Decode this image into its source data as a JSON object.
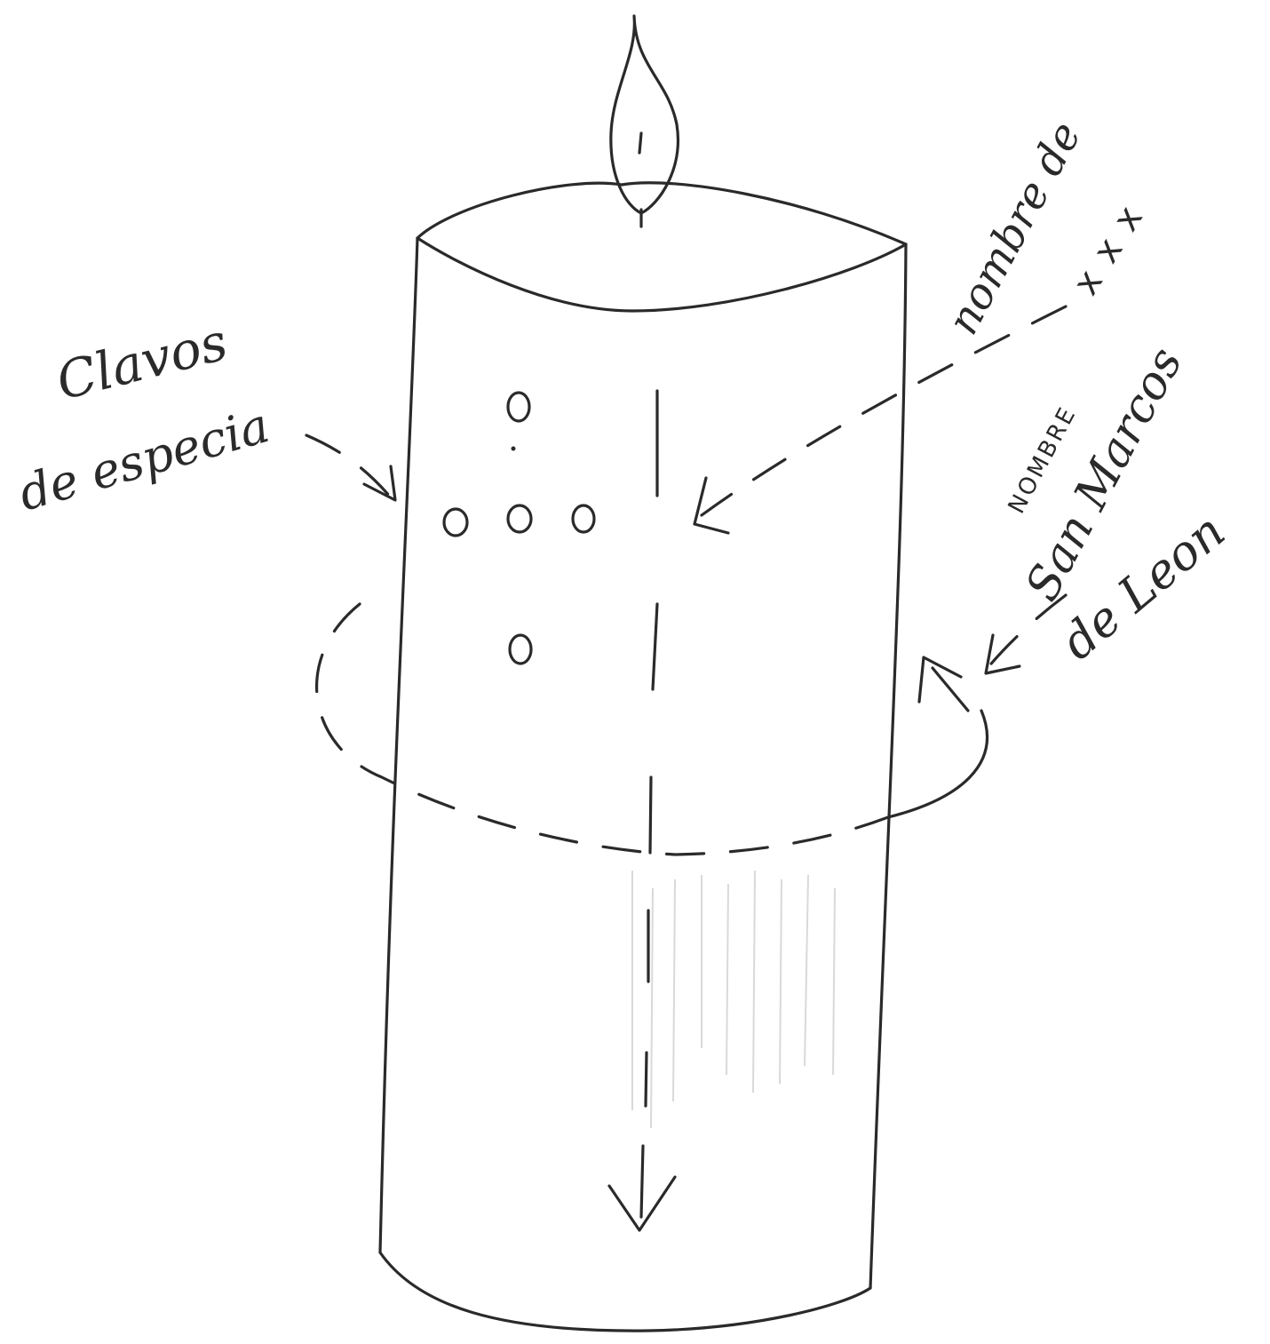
{
  "labels": {
    "clavos_line1": "Clavos",
    "clavos_line2": "de especia",
    "nombre_xxx_line1": "nombre de",
    "nombre_xxx_line2": "x x x",
    "nombre_caps": "NOMBRE",
    "san_marcos_line1": "San Marcos",
    "san_marcos_line2": "de Leon"
  },
  "colors": {
    "ink": "#2a2a2a",
    "paper": "#ffffff"
  },
  "icons": {
    "flame": "candle-flame",
    "cloves": "clove-circles",
    "arrows": "pointer-arrows"
  }
}
